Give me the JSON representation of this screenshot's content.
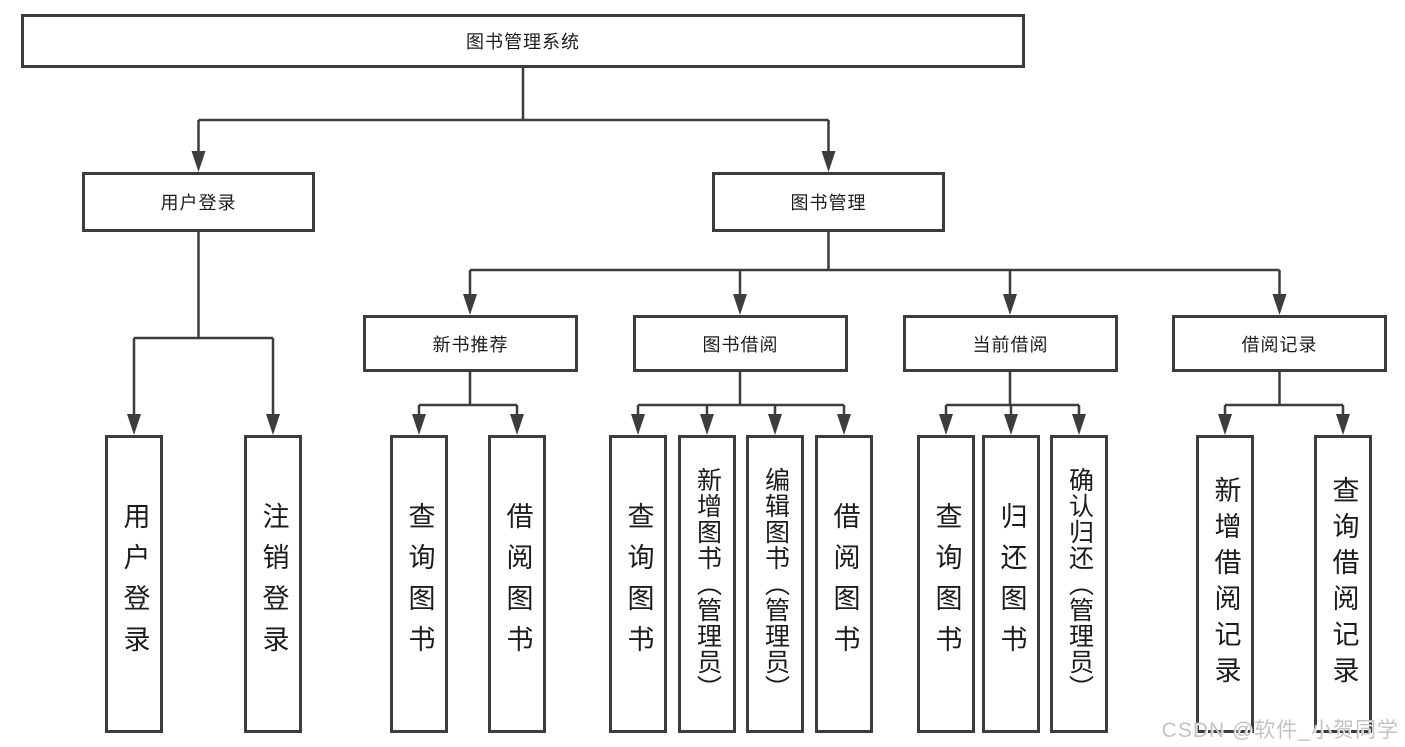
{
  "diagram_title": "图书管理系统",
  "nodes": {
    "root": {
      "label": "图书管理系统"
    },
    "level2": [
      {
        "id": "user-login",
        "label": "用户登录",
        "parent": "图书管理系统"
      },
      {
        "id": "book-management",
        "label": "图书管理",
        "parent": "图书管理系统"
      }
    ],
    "level3": [
      {
        "id": "new-book-recommend",
        "label": "新书推荐",
        "parent": "图书管理"
      },
      {
        "id": "book-borrow",
        "label": "图书借阅",
        "parent": "图书管理"
      },
      {
        "id": "current-borrow",
        "label": "当前借阅",
        "parent": "图书管理"
      },
      {
        "id": "borrow-records",
        "label": "借阅记录",
        "parent": "图书管理"
      }
    ],
    "leaves": [
      {
        "label": "用户登录",
        "parent": "用户登录"
      },
      {
        "label": "注销登录",
        "parent": "用户登录"
      },
      {
        "label": "查询图书",
        "parent": "新书推荐"
      },
      {
        "label": "借阅图书",
        "parent": "新书推荐"
      },
      {
        "label": "查询图书",
        "parent": "图书借阅"
      },
      {
        "label": "新增图书（管理员）",
        "parent": "图书借阅"
      },
      {
        "label": "编辑图书（管理员）",
        "parent": "图书借阅"
      },
      {
        "label": "借阅图书",
        "parent": "图书借阅"
      },
      {
        "label": "查询图书",
        "parent": "当前借阅"
      },
      {
        "label": "归还图书",
        "parent": "当前借阅"
      },
      {
        "label": "确认归还（管理员）",
        "parent": "当前借阅"
      },
      {
        "label": "新增借阅记录",
        "parent": "借阅记录"
      },
      {
        "label": "查询借阅记录",
        "parent": "借阅记录"
      }
    ]
  },
  "watermark": {
    "text": "CSDN @软件_小贺同学"
  },
  "colors": {
    "line": "#3d3d3d",
    "box_border": "#3c3c3c",
    "text": "#1c1c1c",
    "watermark": "#c3c3c3",
    "background": "#ffffff"
  }
}
